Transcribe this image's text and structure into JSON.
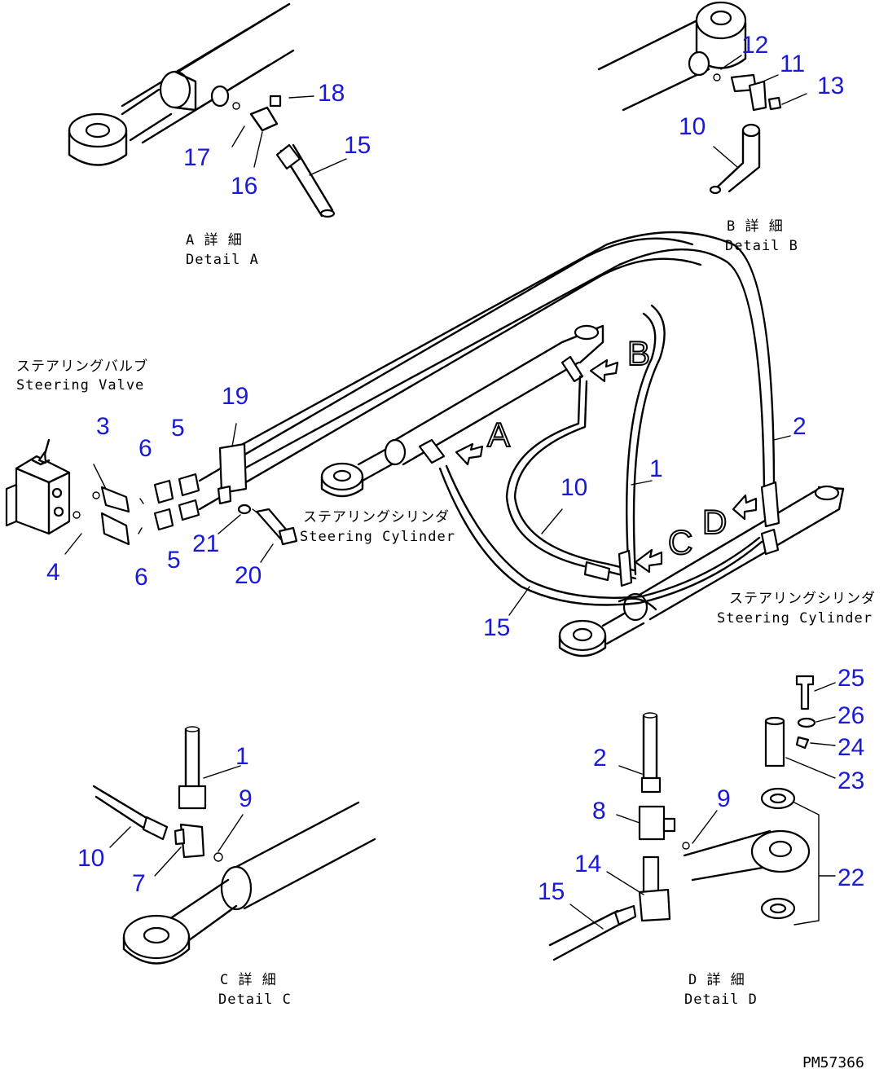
{
  "drawing_code": "PM57366",
  "details": {
    "a": {
      "jp": "A 詳 細",
      "en": "Detail A"
    },
    "b": {
      "jp": "B 詳 細",
      "en": "Detail B"
    },
    "c": {
      "jp": "C 詳 細",
      "en": "Detail C"
    },
    "d": {
      "jp": "D 詳 細",
      "en": "Detail D"
    }
  },
  "labels": {
    "steering_valve_jp": "ステアリングバルブ",
    "steering_valve_en": "Steering Valve",
    "steering_cylinder_jp": "ステアリングシリンダ",
    "steering_cylinder_en": "Steering Cylinder"
  },
  "view_letters": [
    "A",
    "B",
    "C",
    "D"
  ],
  "callouts": [
    "1",
    "2",
    "3",
    "4",
    "5",
    "6",
    "7",
    "8",
    "9",
    "10",
    "11",
    "12",
    "13",
    "14",
    "15",
    "16",
    "17",
    "18",
    "19",
    "20",
    "21",
    "22",
    "23",
    "24",
    "25",
    "26"
  ],
  "colors": {
    "callout": "#1a1ad6",
    "line": "#000000",
    "background": "#ffffff"
  }
}
